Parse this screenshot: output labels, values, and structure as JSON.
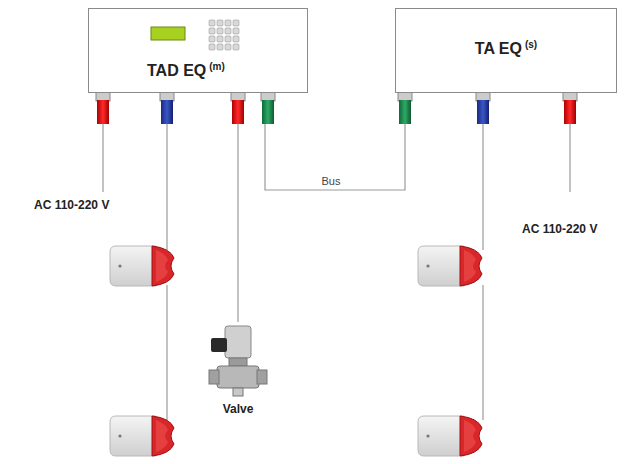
{
  "diagram": {
    "nodes": [
      {
        "text": [
          "TAD EQ",
          "(m)"
        ]
      },
      {
        "text": [
          "TA EQ",
          "(s)"
        ]
      },
      {
        "text": [
          "Valve"
        ]
      }
    ],
    "edges": [
      {
        "from": 0,
        "to": 1,
        "arrow": "none",
        "label": "Bus"
      },
      {
        "from": 0,
        "to": 2,
        "arrow": "none"
      }
    ],
    "labels": [
      "AC 110-220 V",
      "AC 110-220 V"
    ]
  }
}
